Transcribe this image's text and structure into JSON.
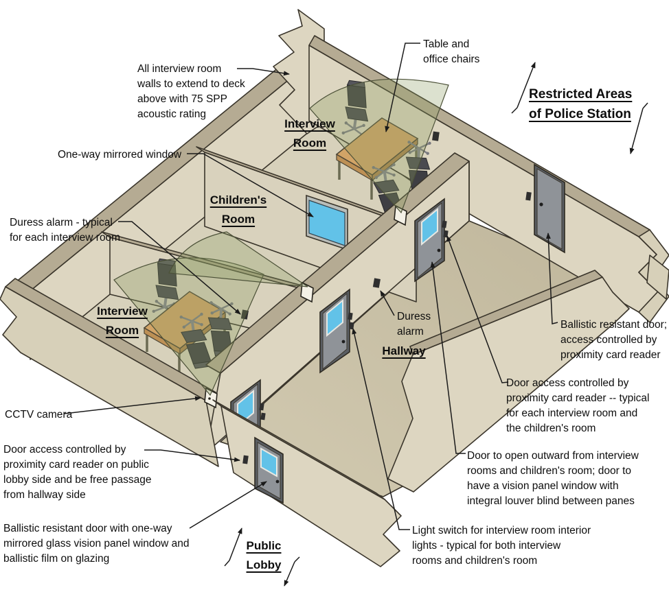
{
  "title": "Restricted Areas\nof Police Station",
  "rooms": {
    "interview_upper": "Interview\nRoom",
    "children": "Children's\nRoom",
    "interview_lower": "Interview\nRoom",
    "hallway": "Hallway",
    "public_lobby": "Public\nLobby"
  },
  "annotations": {
    "walls_note": "All interview room\nwalls to extend to deck\nabove with 75 SPP\nacoustic rating",
    "table_chairs": "Table and\noffice chairs",
    "one_way_window": "One-way mirrored window",
    "duress_typical": "Duress alarm - typical\nfor each interview room",
    "duress_hallway": "Duress\nalarm",
    "cctv": "CCTV camera",
    "door_public": "Door access controlled by\nproximity card reader on public\nlobby side and be free passage\nfrom hallway side",
    "ballistic_lobby": "Ballistic resistant door with one-way\nmirrored glass vision panel window and\nballistic film on glazing",
    "ballistic_right": "Ballistic resistant door;\naccess controlled by\nproximity card reader",
    "door_typical": "Door access controlled by\nproximity card reader -- typical\nfor each interview room and\nthe children's room",
    "door_outward": "Door to open outward from interview\nrooms and children's room; door to\nhave a vision panel window with\nintegral louver blind between panes",
    "light_switch": "Light switch for interview room interior\nlights - typical for both interview\nrooms and children's room"
  },
  "colors": {
    "wall_face": "#ddd6c1",
    "wall_face_alt": "#d7d0b9",
    "wall_top": "#b5ab93",
    "floor_rooms": "#d7d1bb",
    "floor_hallway_light": "#d2cab1",
    "floor_hallway_dark": "#c0b79c",
    "cctv_cone": "#8a9a60",
    "door": "#8f9398",
    "door_frame": "#5a5e63",
    "vision_glass": "#62c2e8",
    "table": "#d2a467",
    "chair": "#3e3e43",
    "outline": "#3a352b",
    "leader": "#1a1a1a"
  }
}
